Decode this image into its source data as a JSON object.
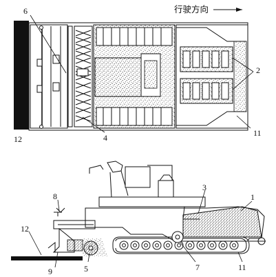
{
  "direction_label": "行驶方向",
  "top_view": {
    "callouts": [
      "6",
      "2",
      "4",
      "11",
      "12"
    ]
  },
  "side_view": {
    "callouts": [
      "8",
      "3",
      "1",
      "12",
      "9",
      "5",
      "7",
      "11"
    ]
  }
}
